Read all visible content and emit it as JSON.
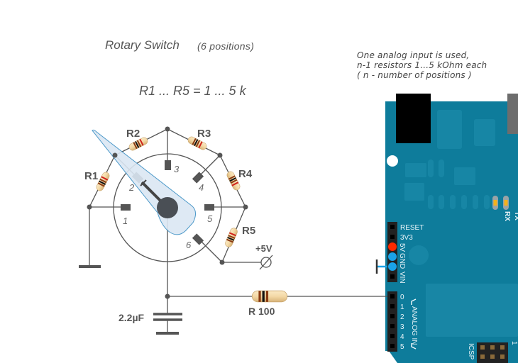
{
  "header": {
    "title": "Rotary Switch",
    "subtitle": "(6 positions)",
    "formula": "R1 ... R5 = 1 ... 5 k"
  },
  "note": {
    "line1": "One analog input is used,",
    "line2": "n-1 resistors 1...5 kOhm each",
    "line3": "( n - number of positions )"
  },
  "switch": {
    "resistors": [
      "R1",
      "R2",
      "R3",
      "R4",
      "R5"
    ],
    "positions": [
      "1",
      "2",
      "3",
      "4",
      "5",
      "6"
    ],
    "selected_position": "2",
    "supply_label": "+5V"
  },
  "filter": {
    "capacitor_label": "2.2µF",
    "resistor_label": "R  100"
  },
  "board": {
    "power_pins": [
      "RESET",
      "3V3",
      "5V",
      "GND",
      "GND",
      "VIN"
    ],
    "analog_pins": [
      "0",
      "1",
      "2",
      "3",
      "4",
      "5"
    ],
    "analog_label": "ANALOG IN",
    "led_labels": [
      "RX",
      "TX"
    ],
    "icsp_label": "ICSP",
    "icsp_pin1": "1"
  },
  "colors": {
    "board": "#0e7c9b",
    "wire": "#555555",
    "selector": "#dbe7f3",
    "selector_outline": "#3a8fc4",
    "pin_5v": "#ff2a00",
    "pin_gnd": "#1aa3e8"
  }
}
